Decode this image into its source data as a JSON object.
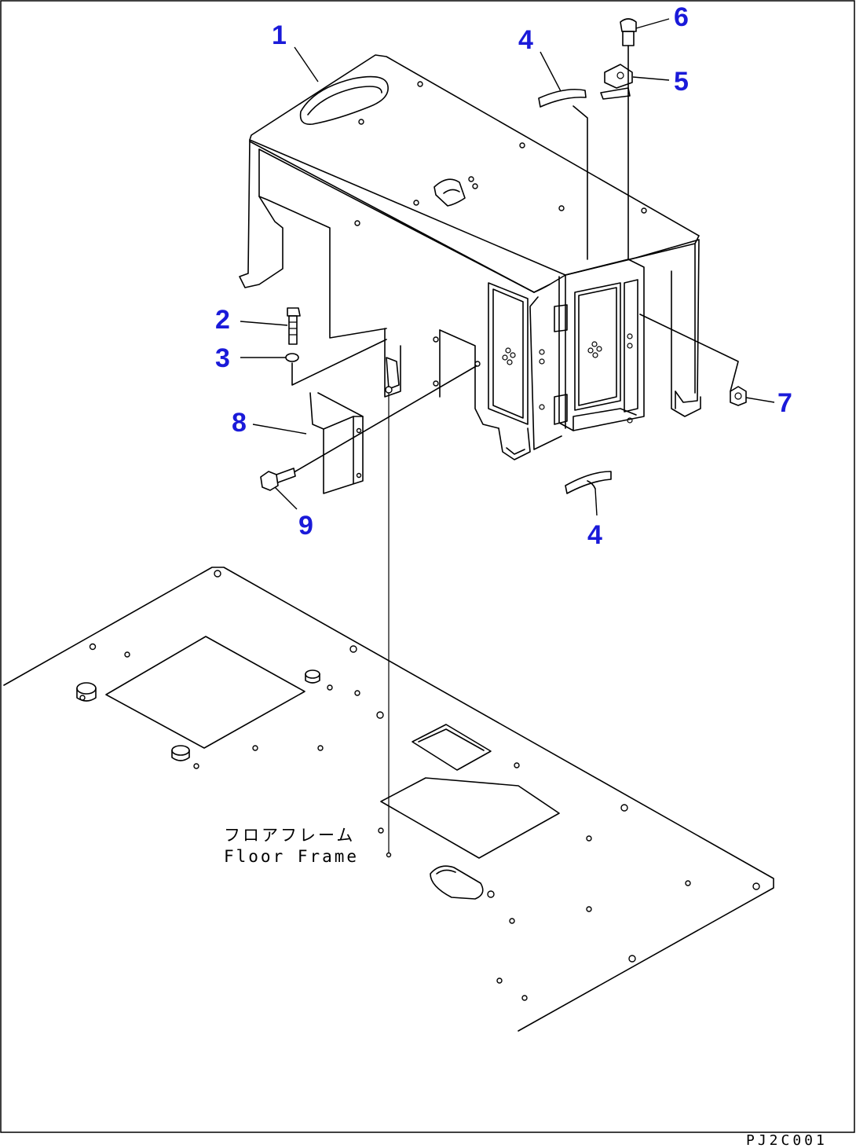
{
  "callouts": [
    {
      "id": "1",
      "label": "1"
    },
    {
      "id": "2",
      "label": "2"
    },
    {
      "id": "3",
      "label": "3"
    },
    {
      "id": "4a",
      "label": "4"
    },
    {
      "id": "4b",
      "label": "4"
    },
    {
      "id": "5",
      "label": "5"
    },
    {
      "id": "6",
      "label": "6"
    },
    {
      "id": "7",
      "label": "7"
    },
    {
      "id": "8",
      "label": "8"
    },
    {
      "id": "9",
      "label": "9"
    }
  ],
  "floor_label_jp": "フロアフレーム",
  "floor_label_en": "Floor Frame",
  "drawing_code": "PJ2C001",
  "colors": {
    "callout": "#1a1ad9",
    "line": "#000000",
    "background": "#ffffff"
  }
}
